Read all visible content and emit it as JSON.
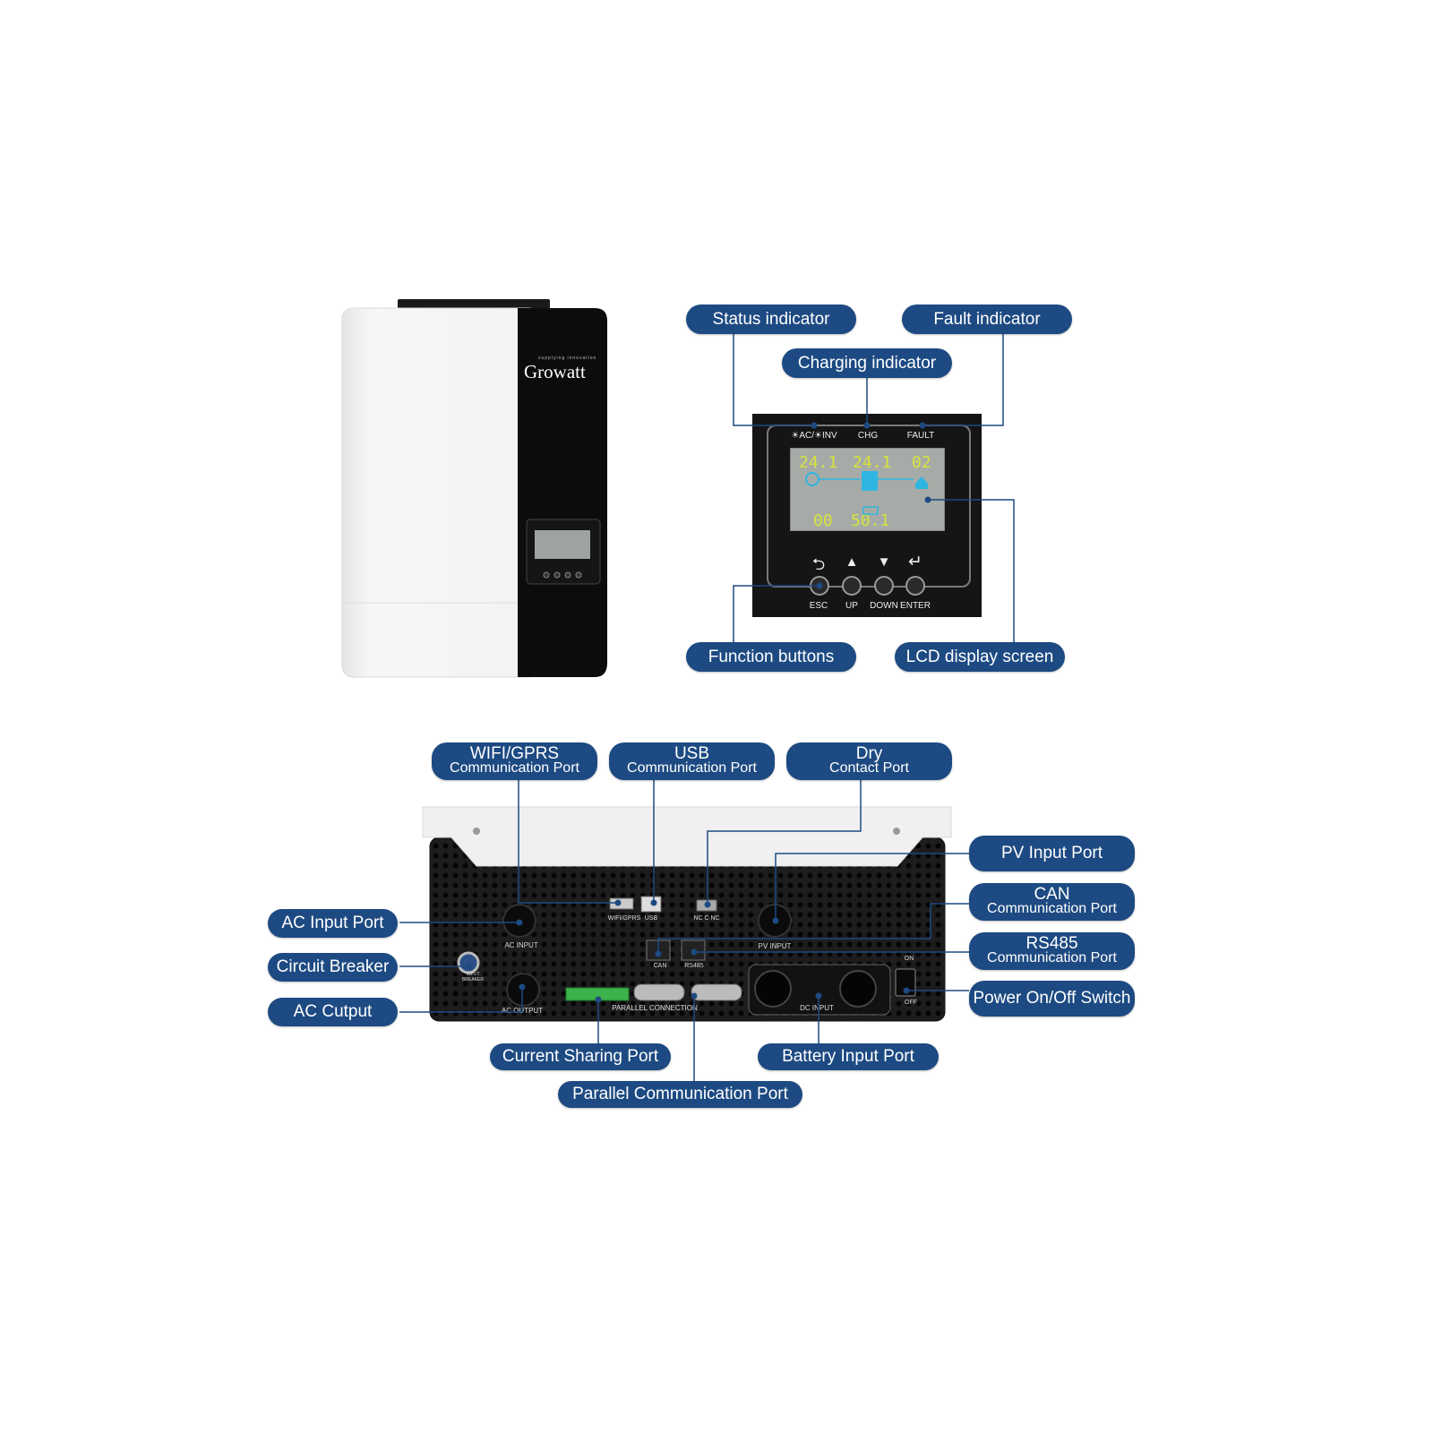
{
  "colors": {
    "label_bg": "#1d4a82",
    "label_text": "#ffffff",
    "leader": "#1d4a82",
    "lcd_bg": "#a7aba8",
    "lcd_digits": "#d6e33a",
    "lcd_icons": "#2fb6e0",
    "brand_green": "#7dbb2a"
  },
  "brand": {
    "name": "Growatt",
    "tagline": "supplying innovation"
  },
  "front_panel": {
    "indicators": [
      "☀AC/☀INV",
      "CHG",
      "FAULT"
    ],
    "lcd_readings": [
      "24.1",
      "24.1",
      "02",
      "00",
      "50.1"
    ],
    "buttons": [
      {
        "symbol": "⮌",
        "label": "ESC",
        "icon": "return-arrow-icon"
      },
      {
        "symbol": "▲",
        "label": "UP",
        "icon": "up-triangle-icon"
      },
      {
        "symbol": "▼",
        "label": "DOWN",
        "icon": "down-triangle-icon"
      },
      {
        "symbol": "↵",
        "label": "ENTER",
        "icon": "enter-arrow-icon"
      }
    ]
  },
  "callouts_front": {
    "status": "Status indicator",
    "fault": "Fault indicator",
    "charging": "Charging indicator",
    "function_buttons": "Function buttons",
    "lcd_screen": "LCD display screen"
  },
  "callouts_bottom": {
    "wifi": {
      "line1": "WIFI/GPRS",
      "line2": "Communication Port"
    },
    "usb": {
      "line1": "USB",
      "line2": "Communication Port"
    },
    "dry": {
      "line1": "Dry",
      "line2": "Contact Port"
    },
    "pv_input": "PV Input Port",
    "can": {
      "line1": "CAN",
      "line2": "Communication Port"
    },
    "rs485": {
      "line1": "RS485",
      "line2": "Communication Port"
    },
    "power_switch": "Power On/Off Switch",
    "ac_input": "AC Input Port",
    "circuit_breaker": "Circuit Breaker",
    "ac_output": "AC Cutput",
    "current_sharing": "Current Sharing Port",
    "battery_input": "Battery Input Port",
    "parallel_comm": "Parallel Communication Port"
  },
  "bottom_panel_labels": {
    "wifi_gprs": "WIFI/GPRS",
    "usb": "USB",
    "dry_contact": "NC  C  NC",
    "ac_input": "AC  INPUT",
    "pv_input": "PV  INPUT",
    "can": "CAN",
    "rs485": "RS485",
    "input_breaker_1": "INPUT",
    "input_breaker_2": "BREAKER",
    "ac_output": "AC  OUTPUT",
    "parallel_connection": "PARALLEL  CONNECTION",
    "dc_input": "DC  INPUT",
    "switch_on": "ON",
    "switch_off": "OFF"
  }
}
